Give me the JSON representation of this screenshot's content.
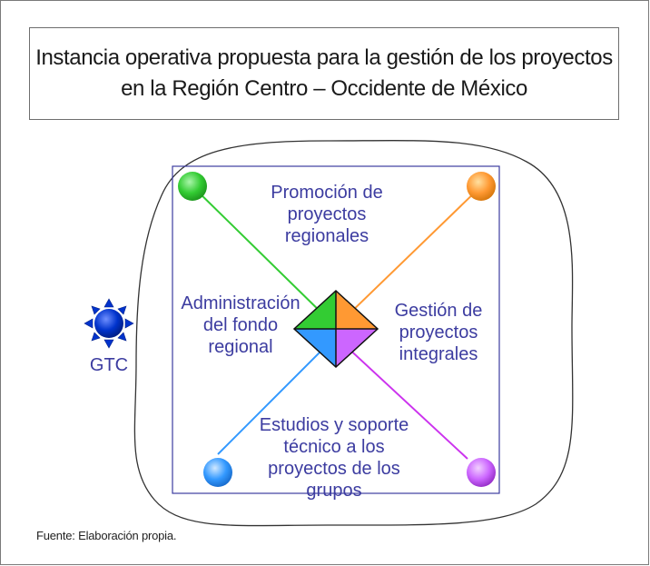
{
  "title": {
    "line1": "Instancia operativa propuesta para la gestión de los proyectos",
    "line2": "en la Región Centro – Occidente de México"
  },
  "labels": {
    "top": "Promoción de proyectos regionales",
    "left": "Administración del fondo regional",
    "right": "Gestión de proyectos integrales",
    "bottom": "Estudios y soporte técnico a los proyectos de los grupos",
    "gtc": "GTC"
  },
  "source": "Fuente: Elaboración propia.",
  "colors": {
    "green": "#33cc33",
    "orange": "#ff9933",
    "blue": "#3399ff",
    "purple": "#cc66ff",
    "sun": "#0033cc",
    "square_border": "#3c3ca0",
    "label_text": "#3c3ca0"
  }
}
